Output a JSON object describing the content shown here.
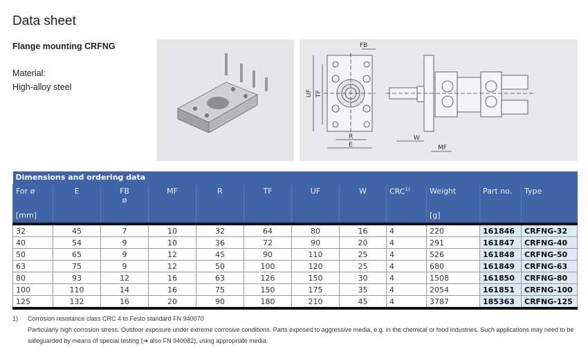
{
  "title": "Data sheet",
  "subtitle": "Flange mounting CRFNG",
  "material": {
    "label": "Material:",
    "value": "High-alloy steel"
  },
  "drawing_labels": {
    "fb": "FB",
    "uf": "UF",
    "tf": "TF",
    "r": "R",
    "e": "E",
    "w": "W",
    "mf": "MF"
  },
  "table": {
    "caption": "Dimensions and ordering data",
    "headers": [
      {
        "label": "For ø",
        "unit": "[mm]"
      },
      {
        "label": "E"
      },
      {
        "label": "FB",
        "sub": "ø"
      },
      {
        "label": "MF"
      },
      {
        "label": "R"
      },
      {
        "label": "TF"
      },
      {
        "label": "UF"
      },
      {
        "label": "W"
      },
      {
        "label": "CRC",
        "sup": "1)"
      },
      {
        "label": "Weight",
        "unit": "[g]"
      },
      {
        "label": "Part no."
      },
      {
        "label": "Type"
      }
    ],
    "rows": [
      [
        "32",
        "45",
        "7",
        "10",
        "32",
        "64",
        "80",
        "16",
        "4",
        "220",
        "161846",
        "CRFNG-32"
      ],
      [
        "40",
        "54",
        "9",
        "10",
        "36",
        "72",
        "90",
        "20",
        "4",
        "291",
        "161847",
        "CRFNG-40"
      ],
      [
        "50",
        "65",
        "9",
        "12",
        "45",
        "90",
        "110",
        "25",
        "4",
        "526",
        "161848",
        "CRFNG-50"
      ],
      [
        "63",
        "75",
        "9",
        "12",
        "50",
        "100",
        "120",
        "25",
        "4",
        "680",
        "161849",
        "CRFNG-63"
      ],
      [
        "80",
        "93",
        "12",
        "16",
        "63",
        "126",
        "150",
        "30",
        "4",
        "1508",
        "161850",
        "CRFNG-80"
      ],
      [
        "100",
        "110",
        "14",
        "16",
        "75",
        "150",
        "175",
        "35",
        "4",
        "2054",
        "161851",
        "CRFNG-100"
      ],
      [
        "125",
        "132",
        "16",
        "20",
        "90",
        "180",
        "210",
        "45",
        "4",
        "3787",
        "185363",
        "CRFNG-125"
      ]
    ]
  },
  "footnote": {
    "number": "1)",
    "line1": "Corrosion resistance class CRC 4 to Festo standard FN 940070",
    "line2": "Particularly high corrosion stress. Outdoor exposure under extreme corrosive conditions. Parts exposed to aggressive media, e.g. in the chemical or food industries. Such applications may need to be safeguarded by means of special testing (➔ also FN 940082), using appropriate media."
  },
  "colors": {
    "header": "#3f64a8",
    "highlight": "#dde9f5"
  }
}
